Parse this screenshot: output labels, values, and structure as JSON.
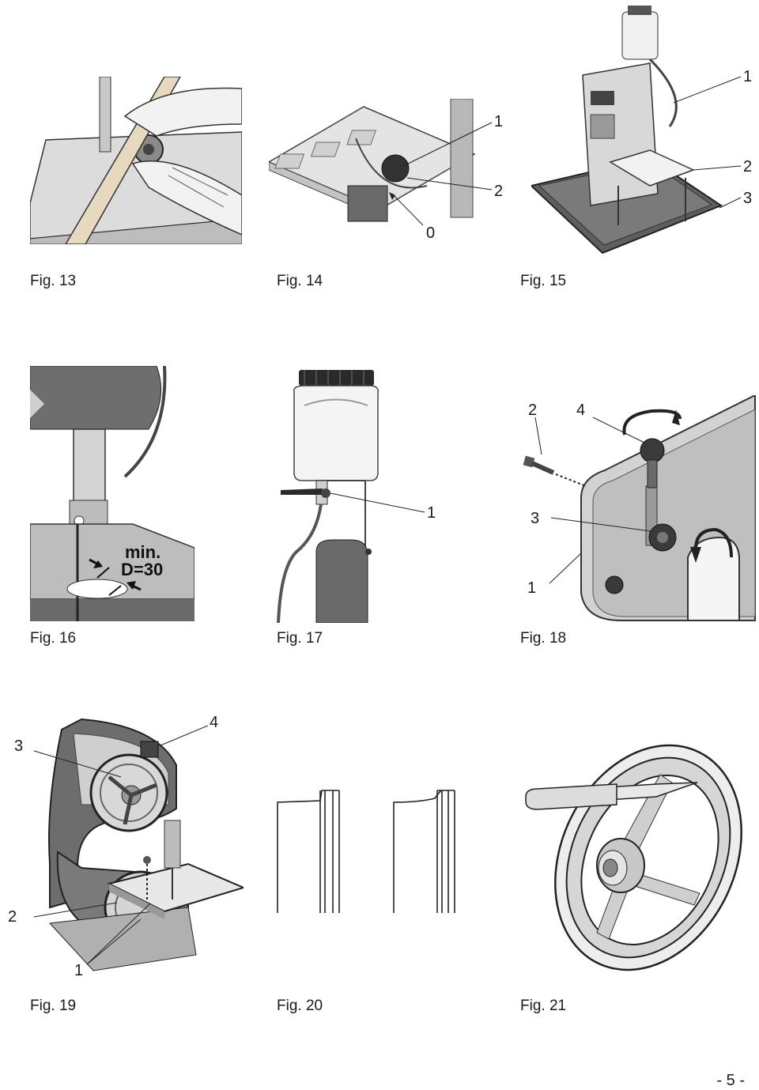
{
  "figures": {
    "fig13": {
      "caption": "Fig. 13"
    },
    "fig14": {
      "caption": "Fig. 14",
      "callouts": [
        "1",
        "2",
        "0"
      ]
    },
    "fig15": {
      "caption": "Fig. 15",
      "callouts": [
        "1",
        "2",
        "3"
      ]
    },
    "fig16": {
      "caption": "Fig. 16",
      "label_line1": "min.",
      "label_line2": "D=30"
    },
    "fig17": {
      "caption": "Fig. 17",
      "callouts": [
        "1"
      ]
    },
    "fig18": {
      "caption": "Fig. 18",
      "callouts": [
        "2",
        "4",
        "3",
        "1"
      ]
    },
    "fig19": {
      "caption": "Fig. 19",
      "callouts": [
        "4",
        "3",
        "2",
        "1"
      ]
    },
    "fig20": {
      "caption": "Fig. 20"
    },
    "fig21": {
      "caption": "Fig. 21"
    }
  },
  "page_number": "- 5 -"
}
